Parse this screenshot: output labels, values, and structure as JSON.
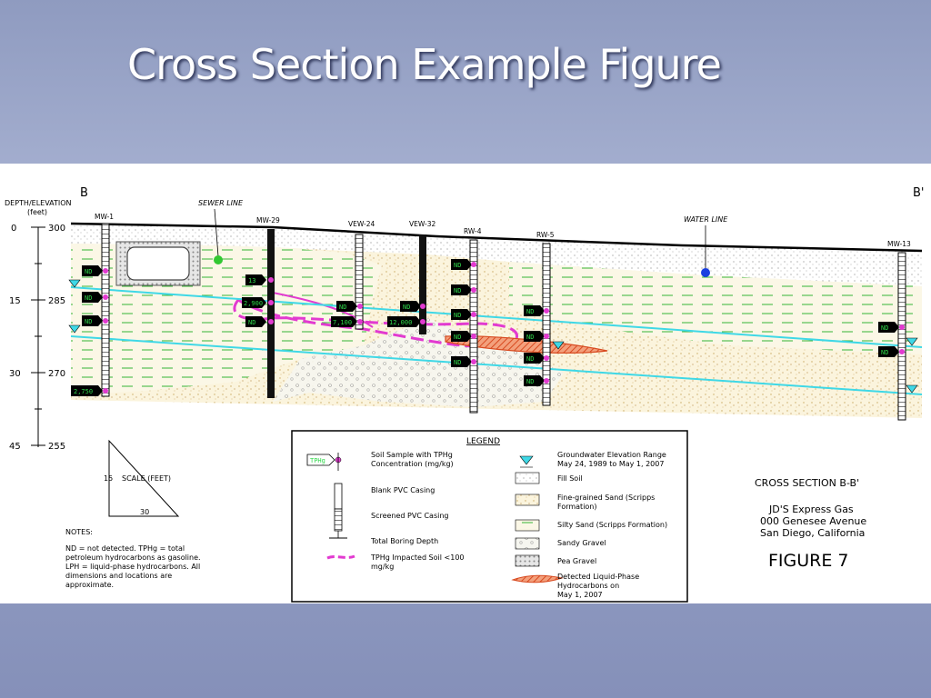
{
  "slide": {
    "title": "Cross Section Example Figure"
  },
  "section": {
    "left_label": "B",
    "right_label": "B'",
    "axis_title_line1": "DEPTH/ELEVATION",
    "axis_title_line2": "(feet)",
    "depth_ticks": [
      "0",
      "15",
      "30",
      "45"
    ],
    "elevation_ticks": [
      "300",
      "285",
      "270",
      "255"
    ],
    "sewer_label": "SEWER LINE",
    "water_label": "WATER LINE",
    "wells": [
      {
        "name": "MW-1"
      },
      {
        "name": "MW-29"
      },
      {
        "name": "VEW-24"
      },
      {
        "name": "VEW-32"
      },
      {
        "name": "RW-4"
      },
      {
        "name": "RW-5"
      },
      {
        "name": "MW-13"
      }
    ],
    "sample_tags": {
      "mw1": [
        "ND",
        "ND",
        "ND",
        "2,750"
      ],
      "mw29": [
        "13",
        "2,900",
        "ND"
      ],
      "vew24": [
        "ND",
        "7,100"
      ],
      "vew32": [
        "ND",
        "12,000"
      ],
      "rw4": [
        "ND",
        "ND",
        "ND",
        "ND",
        "ND"
      ],
      "rw5": [
        "ND",
        "ND",
        "ND",
        "ND"
      ],
      "mw13": [
        "ND",
        "ND"
      ]
    }
  },
  "scale": {
    "vertical": "15",
    "label": "SCALE (FEET)",
    "horizontal": "30"
  },
  "notes": {
    "heading": "NOTES:",
    "lines": [
      "ND = not detected. TPHg = total",
      "petroleum hydrocarbons as gasoline.",
      "LPH = liquid-phase hydrocarbons. All",
      "dimensions and locations are",
      "approximate."
    ]
  },
  "legend": {
    "title": "LEGEND",
    "sample_tag": "TPHg",
    "left_items": [
      {
        "lines": [
          "Soil Sample with TPHg",
          "Concentration (mg/kg)"
        ]
      },
      {
        "lines": [
          "Blank PVC Casing"
        ]
      },
      {
        "lines": [
          "Screened PVC Casing"
        ]
      },
      {
        "lines": [
          "Total Boring Depth"
        ]
      },
      {
        "lines": [
          "TPHg Impacted Soil <100",
          "mg/kg"
        ]
      }
    ],
    "right_items": [
      {
        "lines": [
          "Groundwater Elevation Range",
          "May 24, 1989 to May 1, 2007"
        ]
      },
      {
        "lines": [
          "Fill Soil"
        ]
      },
      {
        "lines": [
          "Fine-grained Sand (Scripps",
          "Formation)"
        ]
      },
      {
        "lines": [
          "Silty Sand (Scripps Formation)"
        ]
      },
      {
        "lines": [
          "Sandy Gravel"
        ]
      },
      {
        "lines": [
          "Pea Gravel"
        ]
      },
      {
        "lines": [
          "Detected Liquid-Phase",
          "Hydrocarbons on",
          "May 1, 2007"
        ]
      }
    ]
  },
  "title_block": {
    "line1": "CROSS SECTION B-B'",
    "line2": "JD'S Express Gas",
    "line3": "000 Genesee Avenue",
    "line4": "San Diego, California",
    "figure": "FIGURE 7"
  },
  "colors": {
    "groundwater": "#3fd8e6",
    "impacted_soil": "#e23ad0",
    "lph": "#e8623c",
    "tag_fill": "#000000",
    "tag_text": "#2fd84a",
    "sewer_pipe": "#32c832",
    "water_pipe": "#1a3fe0"
  }
}
